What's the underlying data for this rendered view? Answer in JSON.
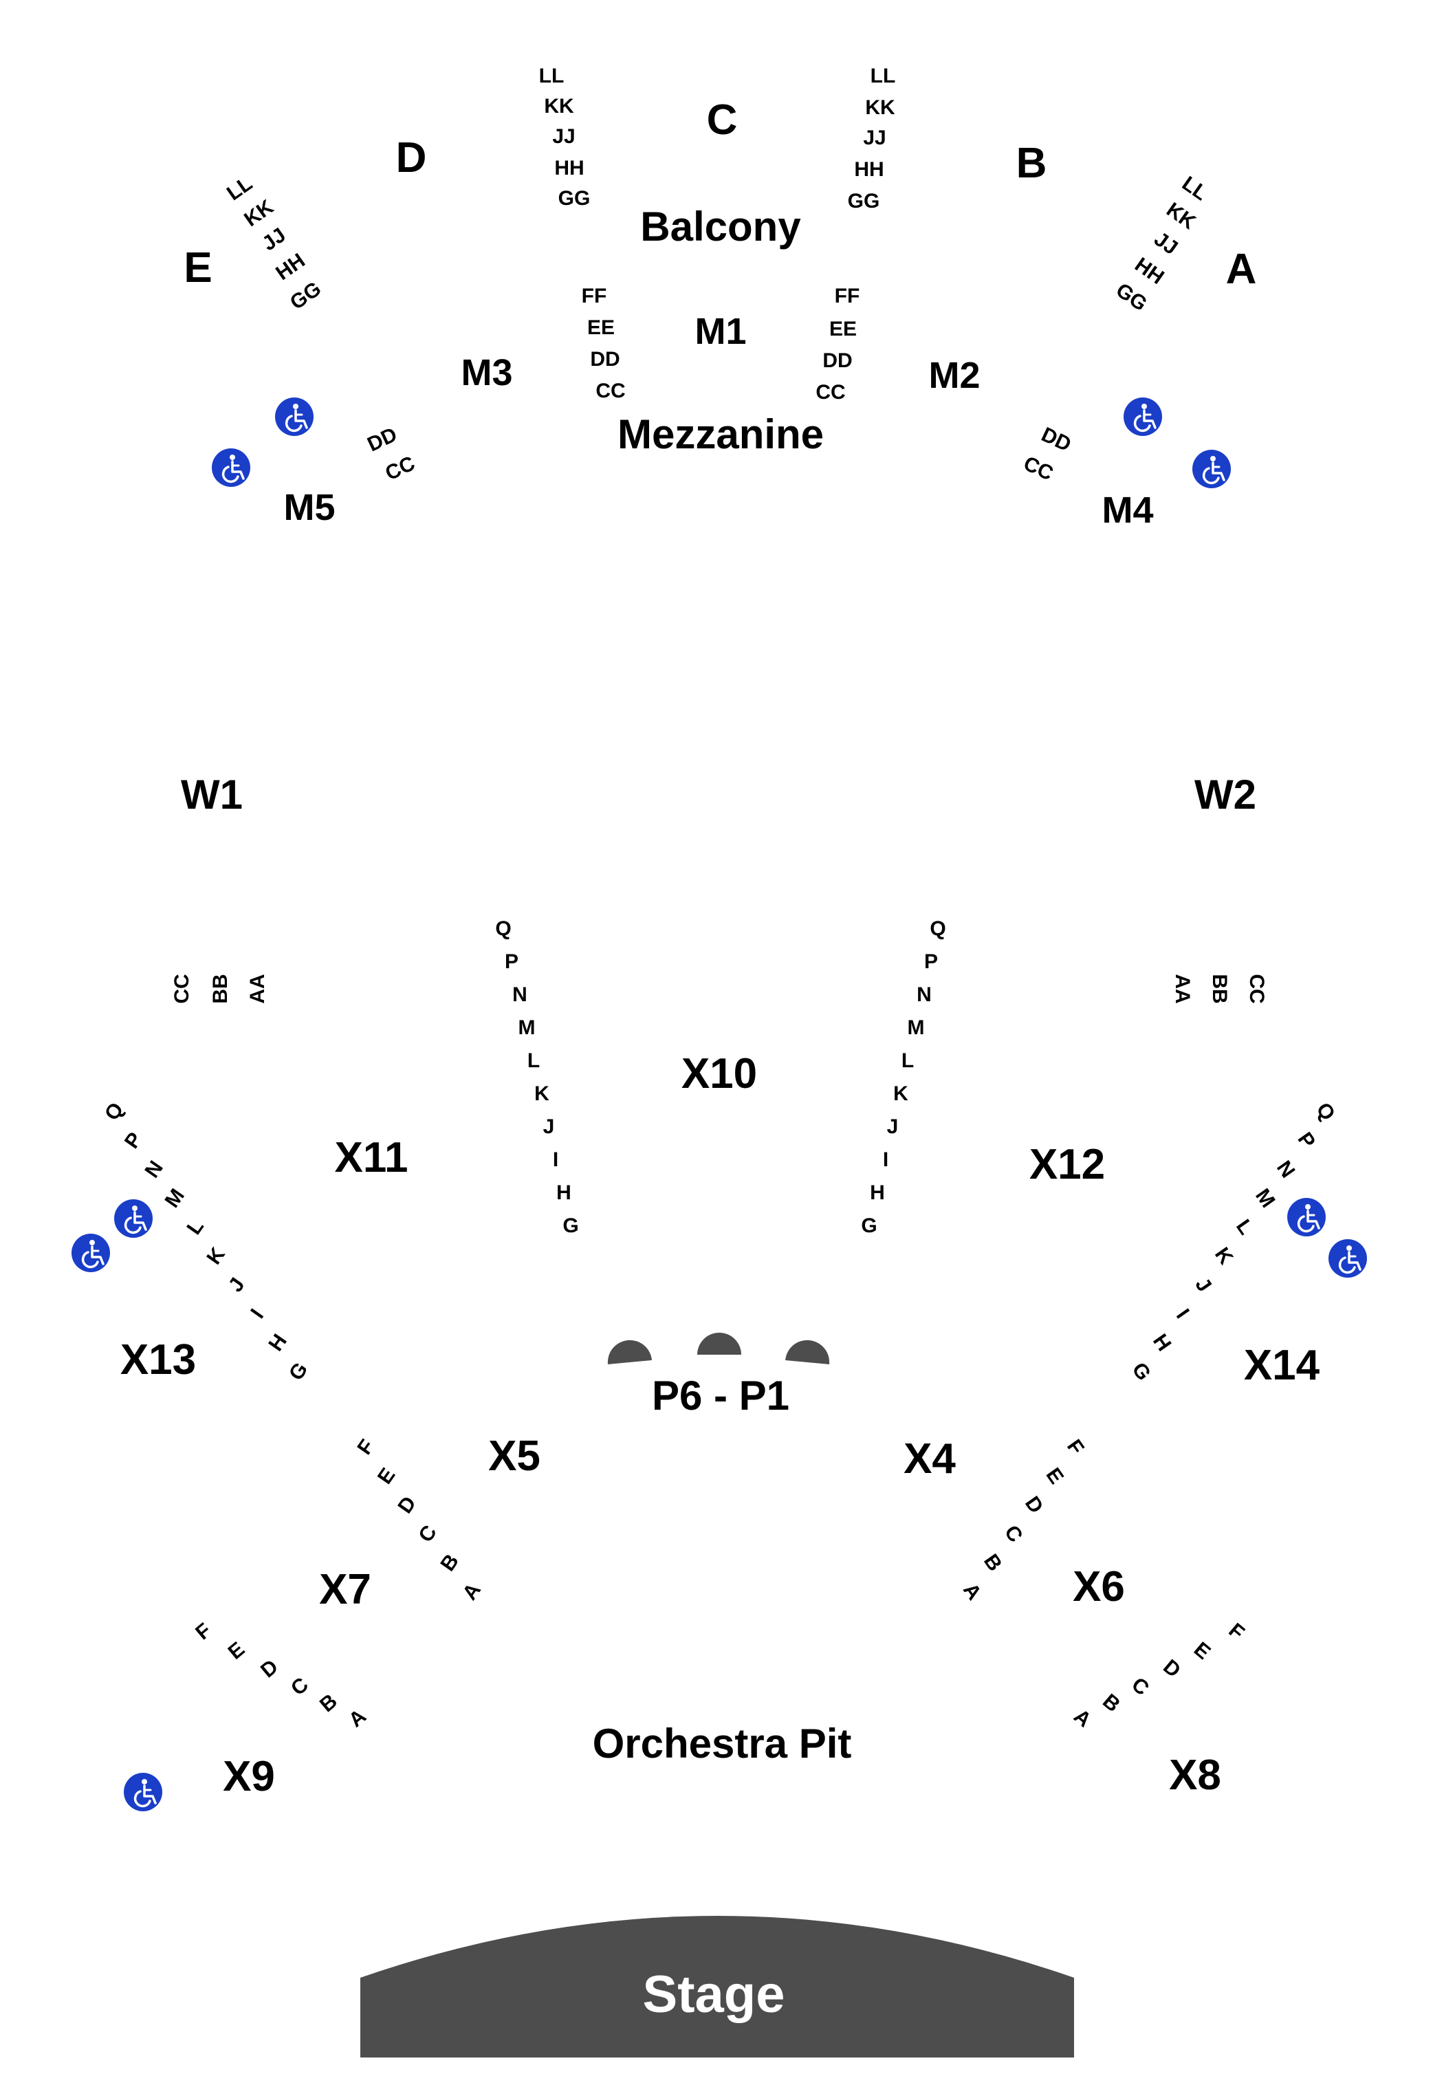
{
  "map": {
    "upper": {
      "balcony": "Balcony",
      "mezzanine": "Mezzanine",
      "sections": {
        "a": "A",
        "b": "B",
        "c": "C",
        "d": "D",
        "e": "E",
        "m1": "M1",
        "m2": "M2",
        "m3": "M3",
        "m4": "M4",
        "m5": "M5"
      },
      "rows": {
        "balcony_far_left": [
          "LL",
          "KK",
          "JJ",
          "HH",
          "GG"
        ],
        "balcony_left": [
          "LL",
          "KK",
          "JJ",
          "HH",
          "GG"
        ],
        "balcony_right": [
          "LL",
          "KK",
          "JJ",
          "HH",
          "GG"
        ],
        "balcony_far_right": [
          "LL",
          "KK",
          "JJ",
          "HH",
          "GG"
        ],
        "mezz_left": [
          "FF",
          "EE",
          "DD",
          "CC"
        ],
        "mezz_right": [
          "FF",
          "EE",
          "DD",
          "CC"
        ],
        "mezz_far_left": [
          "DD",
          "CC"
        ],
        "mezz_far_right": [
          "DD",
          "CC"
        ]
      }
    },
    "wings": {
      "w1": "W1",
      "w2": "W2"
    },
    "box_rows": {
      "left": [
        "CC",
        "BB",
        "AA"
      ],
      "right": [
        "AA",
        "BB",
        "CC"
      ]
    },
    "orchestra": {
      "sections": {
        "x4": "X4",
        "x5": "X5",
        "x6": "X6",
        "x7": "X7",
        "x8": "X8",
        "x9": "X9",
        "x10": "X10",
        "x11": "X11",
        "x12": "X12",
        "x13": "X13",
        "x14": "X14"
      },
      "rows": {
        "x10_left": [
          "Q",
          "P",
          "N",
          "M",
          "L",
          "K",
          "J",
          "I",
          "H",
          "G"
        ],
        "x10_right": [
          "Q",
          "P",
          "N",
          "M",
          "L",
          "K",
          "J",
          "I",
          "H",
          "G"
        ],
        "x13": [
          "Q",
          "P",
          "N",
          "M",
          "L",
          "K",
          "J",
          "I",
          "H",
          "G"
        ],
        "x14": [
          "Q",
          "P",
          "N",
          "M",
          "L",
          "K",
          "J",
          "I",
          "H",
          "G"
        ],
        "x5": [
          "F",
          "E",
          "D",
          "C",
          "B",
          "A"
        ],
        "x4": [
          "F",
          "E",
          "D",
          "C",
          "B",
          "A"
        ],
        "x9": [
          "F",
          "E",
          "D",
          "C",
          "B",
          "A"
        ],
        "x8": [
          "F",
          "E",
          "D",
          "C",
          "B",
          "A"
        ]
      },
      "pit_seats": "P6 - P1",
      "orchestra_pit": "Orchestra Pit"
    },
    "stage": "Stage",
    "colors": {
      "accessible": "#1a3ec8",
      "stage": "#4d4d4d",
      "label": "#000000"
    },
    "icons": {
      "accessible": "wheelchair-accessible-icon"
    }
  }
}
